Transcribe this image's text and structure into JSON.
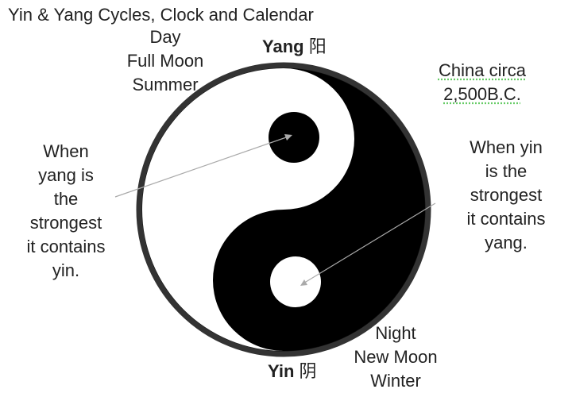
{
  "title": "Yin & Yang Cycles, Clock and Calendar",
  "yang": {
    "label": "Yang",
    "char": "阳",
    "lines": [
      "Day",
      "Full Moon",
      "Summer"
    ]
  },
  "yin": {
    "label": "Yin",
    "char": "阴",
    "lines": [
      "Night",
      "New Moon",
      "Winter"
    ]
  },
  "origin": {
    "lines": [
      "China circa",
      "2,500B.C."
    ]
  },
  "left_note": {
    "lines": [
      "When",
      "yang is",
      "the",
      "strongest",
      "it contains",
      "yin."
    ]
  },
  "right_note": {
    "lines": [
      "When yin",
      "is the",
      "strongest",
      "it contains",
      "yang."
    ]
  }
}
